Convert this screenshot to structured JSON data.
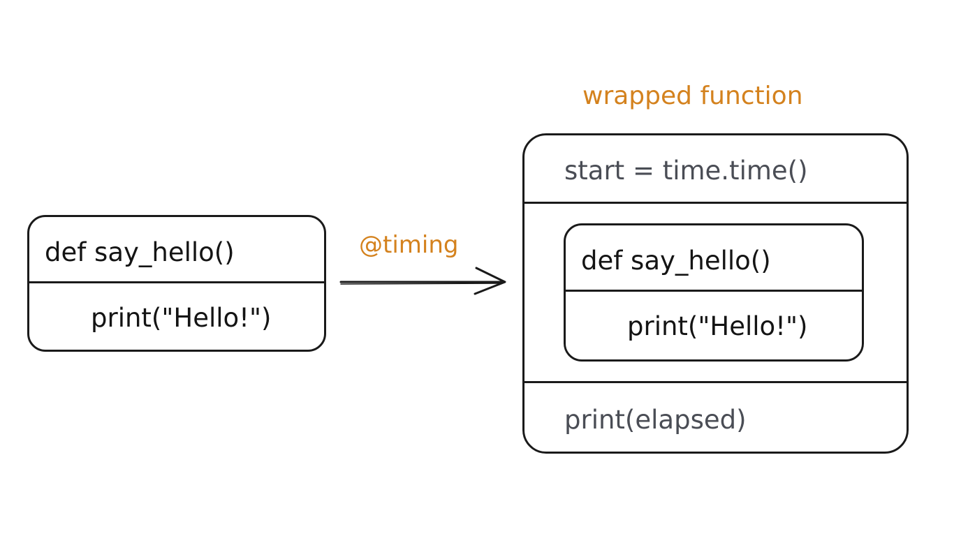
{
  "colors": {
    "annotation": "#d4821e",
    "stroke": "#1a1a1a",
    "code_text": "#141414",
    "wrapper_text": "#4a4d55"
  },
  "original_function": {
    "signature": "def say_hello()",
    "body": "print(\"Hello!\")"
  },
  "decorator_label": "@timing",
  "wrapped_function": {
    "title": "wrapped function",
    "before": "start = time.time()",
    "inner_signature": "def say_hello()",
    "inner_body": "print(\"Hello!\")",
    "after": "print(elapsed)"
  }
}
